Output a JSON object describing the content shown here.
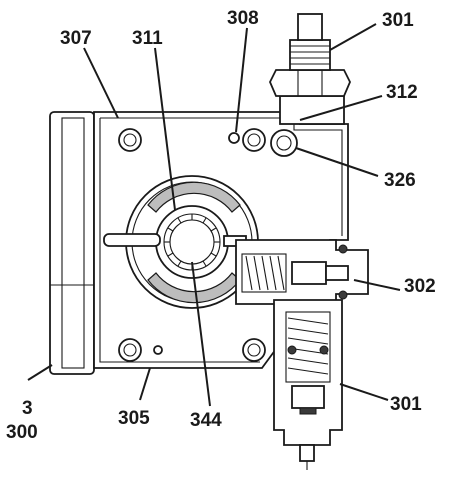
{
  "callouts": {
    "c307": "307",
    "c311": "311",
    "c308": "308",
    "c301_top": "301",
    "c312": "312",
    "c326": "326",
    "c302": "302",
    "c301_bottom": "301",
    "c3": "3",
    "c300": "300",
    "c305": "305",
    "c344": "344"
  }
}
